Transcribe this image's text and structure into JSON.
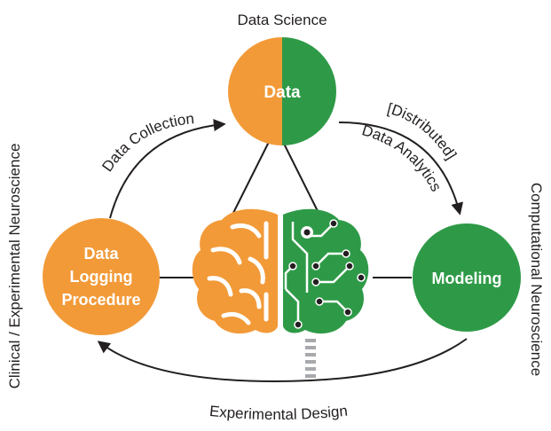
{
  "top_label": "Data Science",
  "left_label": "Clinical / Experimental Neuroscience",
  "right_label": "Computational Neuroscience",
  "nodes": {
    "data": "Data",
    "logging": [
      "Data",
      "Logging",
      "Procedure"
    ],
    "modeling": "Modeling"
  },
  "edges": {
    "data_collection": "Data Collection",
    "distributed": "[Distributed]",
    "data_analytics": "Data Analytics",
    "experimental_design": "Experimental Design"
  },
  "colors": {
    "orange": "#f29a38",
    "green": "#2e9a47",
    "line": "#231f20",
    "connector": "#a7a9ac"
  }
}
